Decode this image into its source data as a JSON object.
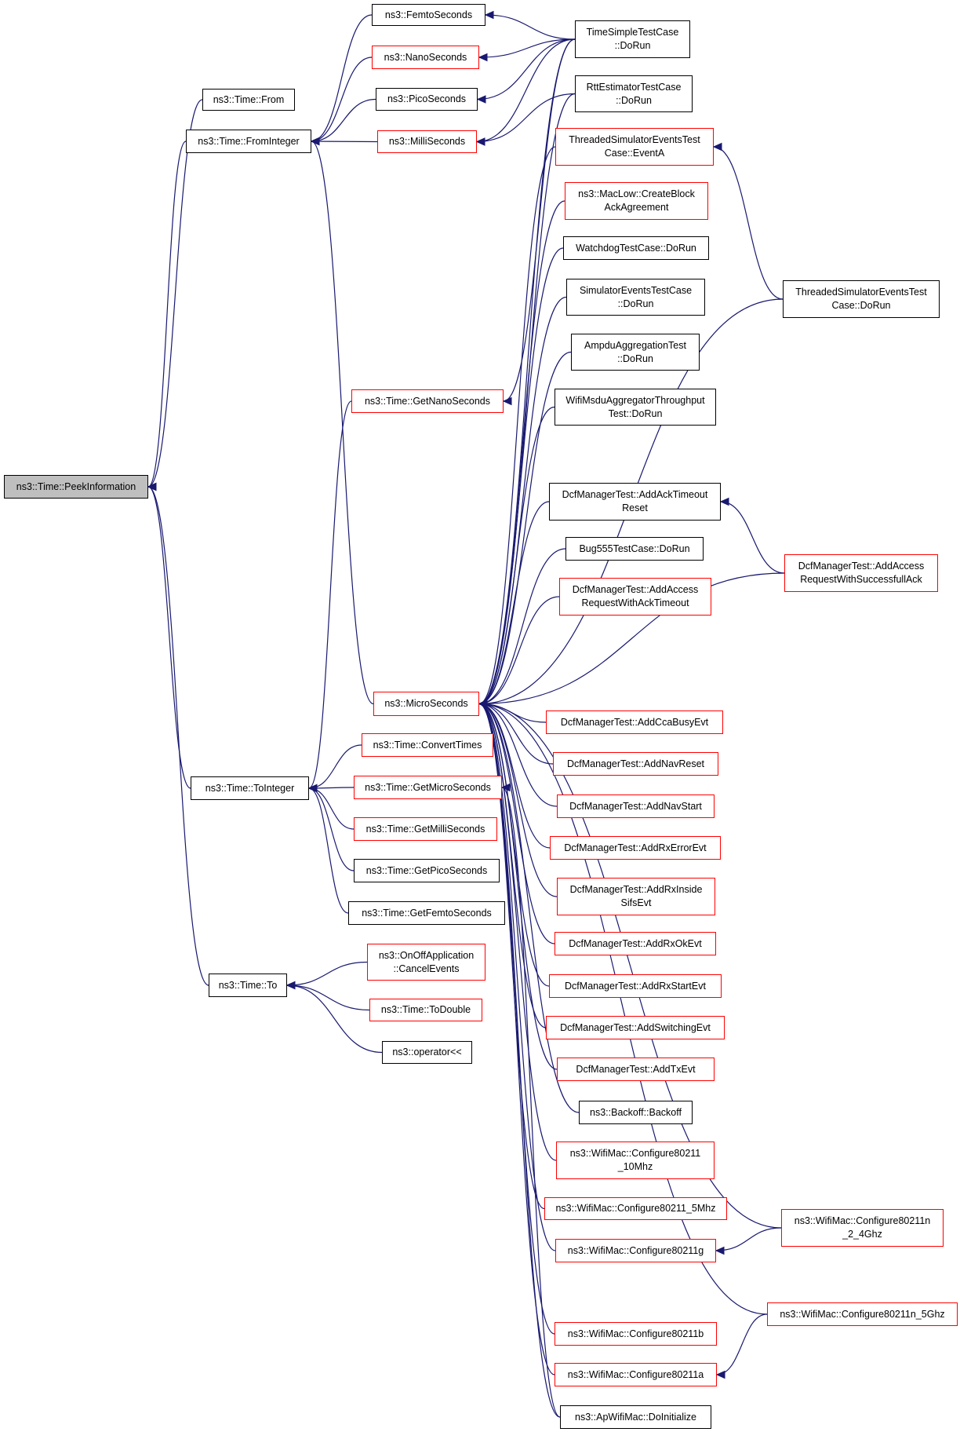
{
  "colors": {
    "edge": "#191970",
    "border_default": "#000000",
    "border_highlight": "#ff0000",
    "focus_fill": "#bfbfbf"
  },
  "nodes": [
    {
      "id": "peek",
      "label": "ns3::Time::PeekInformation",
      "style": "focus"
    },
    {
      "id": "from",
      "label": "ns3::Time::From",
      "style": "black"
    },
    {
      "id": "fromint",
      "label": "ns3::Time::FromInteger",
      "style": "black"
    },
    {
      "id": "femto",
      "label": "ns3::FemtoSeconds",
      "style": "black"
    },
    {
      "id": "nano",
      "label": "ns3::NanoSeconds",
      "style": "red"
    },
    {
      "id": "pico",
      "label": "ns3::PicoSeconds",
      "style": "black"
    },
    {
      "id": "milli",
      "label": "ns3::MilliSeconds",
      "style": "red"
    },
    {
      "id": "getnano",
      "label": "ns3::Time::GetNanoSeconds",
      "style": "red"
    },
    {
      "id": "micro",
      "label": "ns3::MicroSeconds",
      "style": "red"
    },
    {
      "id": "toint",
      "label": "ns3::Time::ToInteger",
      "style": "black"
    },
    {
      "id": "convert",
      "label": "ns3::Time::ConvertTimes",
      "style": "red"
    },
    {
      "id": "getmicro",
      "label": "ns3::Time::GetMicroSeconds",
      "style": "red"
    },
    {
      "id": "getmilli",
      "label": "ns3::Time::GetMilliSeconds",
      "style": "red"
    },
    {
      "id": "getpico",
      "label": "ns3::Time::GetPicoSeconds",
      "style": "black"
    },
    {
      "id": "getfemto",
      "label": "ns3::Time::GetFemtoSeconds",
      "style": "black"
    },
    {
      "id": "to",
      "label": "ns3::Time::To",
      "style": "black"
    },
    {
      "id": "onoff",
      "label": "ns3::OnOffApplication\n::CancelEvents",
      "style": "red"
    },
    {
      "id": "todouble",
      "label": "ns3::Time::ToDouble",
      "style": "red"
    },
    {
      "id": "oplt",
      "label": "ns3::operator<<",
      "style": "black"
    },
    {
      "id": "timesimple",
      "label": "TimeSimpleTestCase\n::DoRun",
      "style": "black"
    },
    {
      "id": "rtt",
      "label": "RttEstimatorTestCase\n::DoRun",
      "style": "black"
    },
    {
      "id": "tsevA",
      "label": "ThreadedSimulatorEventsTest\nCase::EventA",
      "style": "red"
    },
    {
      "id": "maclow",
      "label": "ns3::MacLow::CreateBlock\nAckAgreement",
      "style": "red"
    },
    {
      "id": "watchdog",
      "label": "WatchdogTestCase::DoRun",
      "style": "black"
    },
    {
      "id": "simev",
      "label": "SimulatorEventsTestCase\n::DoRun",
      "style": "black"
    },
    {
      "id": "ampdu",
      "label": "AmpduAggregationTest\n::DoRun",
      "style": "black"
    },
    {
      "id": "msdu",
      "label": "WifiMsduAggregatorThroughput\nTest::DoRun",
      "style": "black"
    },
    {
      "id": "tsevrun",
      "label": "ThreadedSimulatorEventsTest\nCase::DoRun",
      "style": "black"
    },
    {
      "id": "dcfack",
      "label": "DcfManagerTest::AddAckTimeout\nReset",
      "style": "black"
    },
    {
      "id": "bug555",
      "label": "Bug555TestCase::DoRun",
      "style": "black"
    },
    {
      "id": "dcfreqato",
      "label": "DcfManagerTest::AddAccess\nRequestWithAckTimeout",
      "style": "red"
    },
    {
      "id": "dcfreqsucc",
      "label": "DcfManagerTest::AddAccess\nRequestWithSuccessfullAck",
      "style": "red"
    },
    {
      "id": "cca",
      "label": "DcfManagerTest::AddCcaBusyEvt",
      "style": "red"
    },
    {
      "id": "navreset",
      "label": "DcfManagerTest::AddNavReset",
      "style": "red"
    },
    {
      "id": "navstart",
      "label": "DcfManagerTest::AddNavStart",
      "style": "red"
    },
    {
      "id": "rxerr",
      "label": "DcfManagerTest::AddRxErrorEvt",
      "style": "red"
    },
    {
      "id": "rxinside",
      "label": "DcfManagerTest::AddRxInside\nSifsEvt",
      "style": "red"
    },
    {
      "id": "rxok",
      "label": "DcfManagerTest::AddRxOkEvt",
      "style": "red"
    },
    {
      "id": "rxstart",
      "label": "DcfManagerTest::AddRxStartEvt",
      "style": "red"
    },
    {
      "id": "switching",
      "label": "DcfManagerTest::AddSwitchingEvt",
      "style": "red"
    },
    {
      "id": "txevt",
      "label": "DcfManagerTest::AddTxEvt",
      "style": "red"
    },
    {
      "id": "backoff",
      "label": "ns3::Backoff::Backoff",
      "style": "black"
    },
    {
      "id": "cfg10",
      "label": "ns3::WifiMac::Configure80211\n_10Mhz",
      "style": "red"
    },
    {
      "id": "cfg5",
      "label": "ns3::WifiMac::Configure80211_5Mhz",
      "style": "red"
    },
    {
      "id": "cfgg",
      "label": "ns3::WifiMac::Configure80211g",
      "style": "red"
    },
    {
      "id": "cfgn24",
      "label": "ns3::WifiMac::Configure80211n\n_2_4Ghz",
      "style": "red"
    },
    {
      "id": "cfgn5",
      "label": "ns3::WifiMac::Configure80211n_5Ghz",
      "style": "red"
    },
    {
      "id": "cfgb",
      "label": "ns3::WifiMac::Configure80211b",
      "style": "red"
    },
    {
      "id": "cfga",
      "label": "ns3::WifiMac::Configure80211a",
      "style": "red"
    },
    {
      "id": "apinit",
      "label": "ns3::ApWifiMac::DoInitialize",
      "style": "black"
    }
  ],
  "edges": [
    [
      "peek",
      "from"
    ],
    [
      "peek",
      "fromint"
    ],
    [
      "peek",
      "toint"
    ],
    [
      "peek",
      "to"
    ],
    [
      "fromint",
      "femto"
    ],
    [
      "fromint",
      "nano"
    ],
    [
      "fromint",
      "pico"
    ],
    [
      "fromint",
      "milli"
    ],
    [
      "fromint",
      "micro"
    ],
    [
      "femto",
      "timesimple"
    ],
    [
      "nano",
      "timesimple"
    ],
    [
      "pico",
      "timesimple"
    ],
    [
      "milli",
      "timesimple"
    ],
    [
      "milli",
      "rtt"
    ],
    [
      "getnano",
      "timesimple"
    ],
    [
      "toint",
      "getnano"
    ],
    [
      "toint",
      "convert"
    ],
    [
      "toint",
      "getmicro"
    ],
    [
      "toint",
      "getmilli"
    ],
    [
      "toint",
      "getpico"
    ],
    [
      "toint",
      "getfemto"
    ],
    [
      "to",
      "onoff"
    ],
    [
      "to",
      "todouble"
    ],
    [
      "to",
      "oplt"
    ],
    [
      "micro",
      "timesimple"
    ],
    [
      "micro",
      "rtt"
    ],
    [
      "micro",
      "tsevA"
    ],
    [
      "micro",
      "maclow"
    ],
    [
      "micro",
      "watchdog"
    ],
    [
      "micro",
      "simev"
    ],
    [
      "micro",
      "ampdu"
    ],
    [
      "micro",
      "msdu"
    ],
    [
      "micro",
      "tsevrun"
    ],
    [
      "micro",
      "dcfack"
    ],
    [
      "micro",
      "bug555"
    ],
    [
      "micro",
      "dcfreqato"
    ],
    [
      "micro",
      "dcfreqsucc"
    ],
    [
      "micro",
      "cfgn24"
    ],
    [
      "micro",
      "cca"
    ],
    [
      "micro",
      "navreset"
    ],
    [
      "micro",
      "navstart"
    ],
    [
      "micro",
      "rxerr"
    ],
    [
      "micro",
      "rxinside"
    ],
    [
      "micro",
      "rxok"
    ],
    [
      "micro",
      "rxstart"
    ],
    [
      "micro",
      "switching"
    ],
    [
      "micro",
      "txevt"
    ],
    [
      "micro",
      "backoff"
    ],
    [
      "micro",
      "cfg10"
    ],
    [
      "micro",
      "cfg5"
    ],
    [
      "micro",
      "cfgg"
    ],
    [
      "micro",
      "cfgn5"
    ],
    [
      "micro",
      "cfgb"
    ],
    [
      "micro",
      "cfga"
    ],
    [
      "micro",
      "apinit"
    ],
    [
      "getmicro",
      "apinit"
    ],
    [
      "tsevA",
      "tsevrun"
    ],
    [
      "dcfack",
      "dcfreqsucc"
    ],
    [
      "cfgg",
      "cfgn24"
    ],
    [
      "cfga",
      "cfgn5"
    ]
  ]
}
